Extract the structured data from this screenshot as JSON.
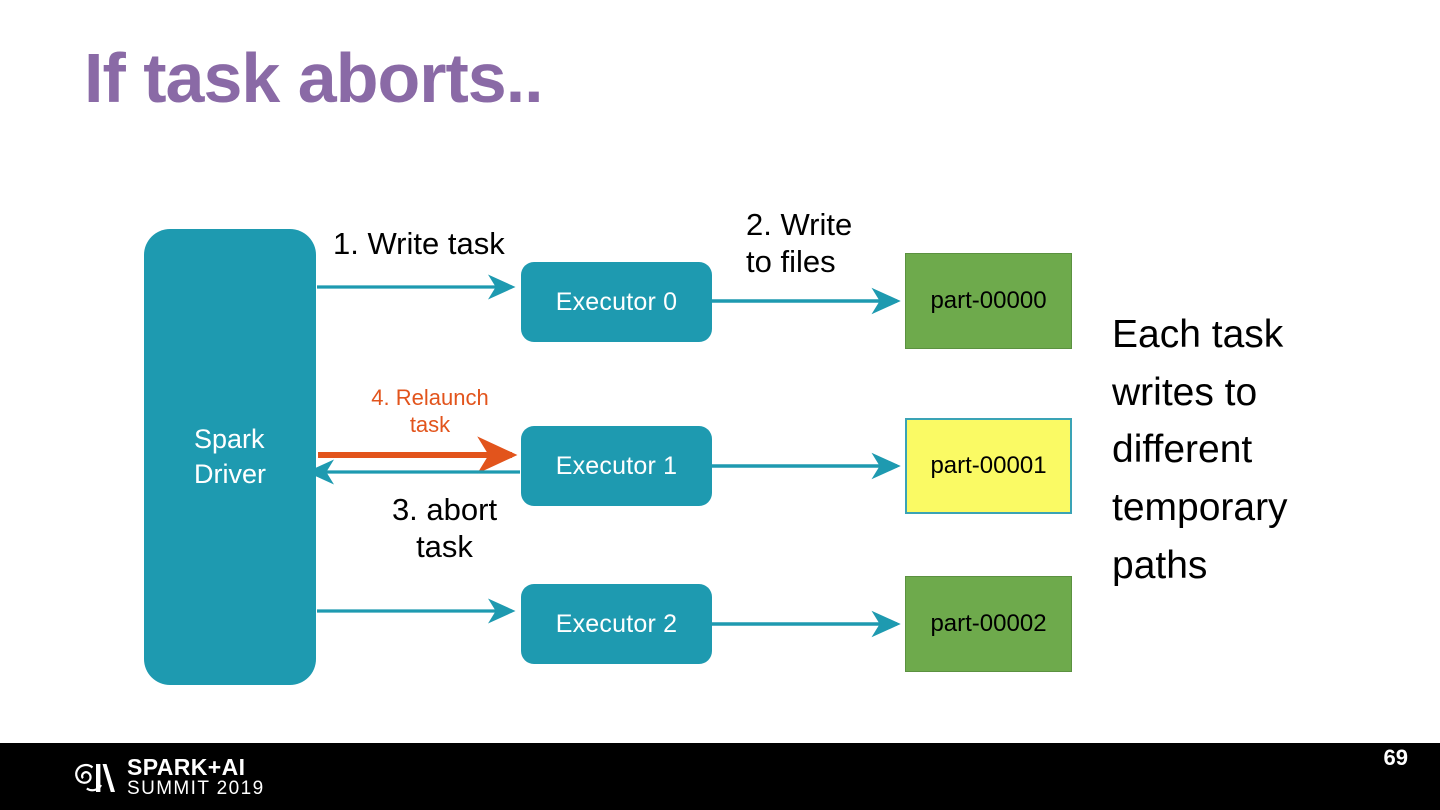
{
  "slide": {
    "title": "If task aborts..",
    "title_color": "#8A6AA6",
    "background_color": "#ffffff"
  },
  "diagram": {
    "driver": {
      "label_line1": "Spark",
      "label_line2": "Driver",
      "color": "#1E9AB0"
    },
    "executors": [
      {
        "label": "Executor 0",
        "color": "#1E9AB0"
      },
      {
        "label": "Executor 1",
        "color": "#1E9AB0"
      },
      {
        "label": "Executor 2",
        "color": "#1E9AB0"
      }
    ],
    "files": [
      {
        "label": "part-00000",
        "color": "#6EAA4C",
        "state": "committed"
      },
      {
        "label": "part-00001",
        "color": "#FAFA64",
        "state": "aborted"
      },
      {
        "label": "part-00002",
        "color": "#6EAA4C",
        "state": "committed"
      }
    ],
    "labels": {
      "write_task": "1.  Write task",
      "write_to_files": "2. Write\nto files",
      "abort_task": "3.  abort\ntask",
      "relaunch_task": "4.  Relaunch\ntask"
    },
    "arrow_colors": {
      "normal": "#1E9AB0",
      "relaunch": "#E2541C"
    }
  },
  "caption": {
    "text": "Each task writes to different temporary paths"
  },
  "footer": {
    "logo_line1": "SPARK+AI",
    "logo_line2": "SUMMIT 2019",
    "page_number": "69",
    "background_color": "#000000"
  }
}
